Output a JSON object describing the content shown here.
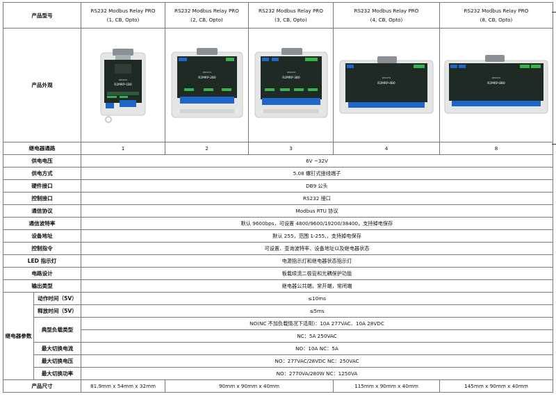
{
  "labels": {
    "model": "产品型号",
    "appearance": "产品外观",
    "channels": "继电器通路",
    "voltage": "供电电压",
    "power_method": "供电方式",
    "hw_interface": "硬件接口",
    "ctrl_interface": "控制接口",
    "protocol": "通信协议",
    "baud": "通信波特率",
    "address": "设备地址",
    "commands": "控制指令",
    "led": "LED 指示灯",
    "circuit": "电路设计",
    "output": "输出类型",
    "relay_params": "继电器参数",
    "action_time": "动作时间（5V）",
    "release_time": "释放时间（5V）",
    "typical_load": "典型负载类型",
    "max_current": "最大切换电流",
    "max_voltage": "最大切换电压",
    "max_power": "最大切换功率",
    "size": "产品尺寸"
  },
  "products": [
    {
      "name": "RS232 Modbus Relay PRO",
      "variant": "(1, CB, Opto)",
      "channels": "1",
      "module_label": "R2MRP-1B0"
    },
    {
      "name": "RS232 Modbus Relay PRO",
      "variant": "(2, CB, Opto)",
      "channels": "2",
      "module_label": "R2MRP-2B0"
    },
    {
      "name": "RS232 Modbus Relay PRO",
      "variant": "(3, CB, Opto)",
      "channels": "3",
      "module_label": "R2MRP-3B0"
    },
    {
      "name": "RS232 Modbus Relay PRO",
      "variant": "(4, CB, Opto)",
      "channels": "4",
      "module_label": "R2MRP-4B0"
    },
    {
      "name": "RS232 Modbus Relay PRO",
      "variant": "(8, CB, Opto)",
      "channels": "8",
      "module_label": "R2MRP-8B0"
    }
  ],
  "values": {
    "voltage": "6V ~32V",
    "power_method": "5.08 螺钉式接线端子",
    "hw_interface": "DB9  公头",
    "ctrl_interface": "RS232 接口",
    "protocol": "Modbus RTU 协议",
    "baud": "默认 9600bps，可设置 4800/9600/19200/38400，支持掉电保存",
    "address": "默认 255，范围 1-255,，支持掉电保存",
    "commands": "可设置、查询波特率、设备地址以及继电器状态",
    "led": "电源指示灯和继电器状态指示灯",
    "circuit": "板载续流二极管和光耦保护功能",
    "output": "继电器公共端，常开端，常闭端",
    "action_time": "≤10ms",
    "release_time": "≤5ms",
    "typical_load_1": "NO(NC 不加负载情况下适用)：10A 277VAC、10A 28VDC",
    "typical_load_2": "NC：5A 250VAC",
    "max_current": "NO：10A     NC：5A",
    "max_voltage": "NO：277VAC/28VDC     NC：250VAC",
    "max_power": "NO：2770VA/280W     NC：1250VA"
  },
  "sizes": [
    "81.9mm x 54mm x 32mm",
    "90mm x 90mm x 40mm",
    "115mm x 90mm x 40mm",
    "145mm x 90mm x 40mm"
  ],
  "brand_text": "RHOSTS",
  "colors": {
    "board": "#1f2a24",
    "rail": "#e5e8e6",
    "terminal": "#1e67c9",
    "led_green": "#37b24d",
    "db9": "#8a8f95"
  }
}
